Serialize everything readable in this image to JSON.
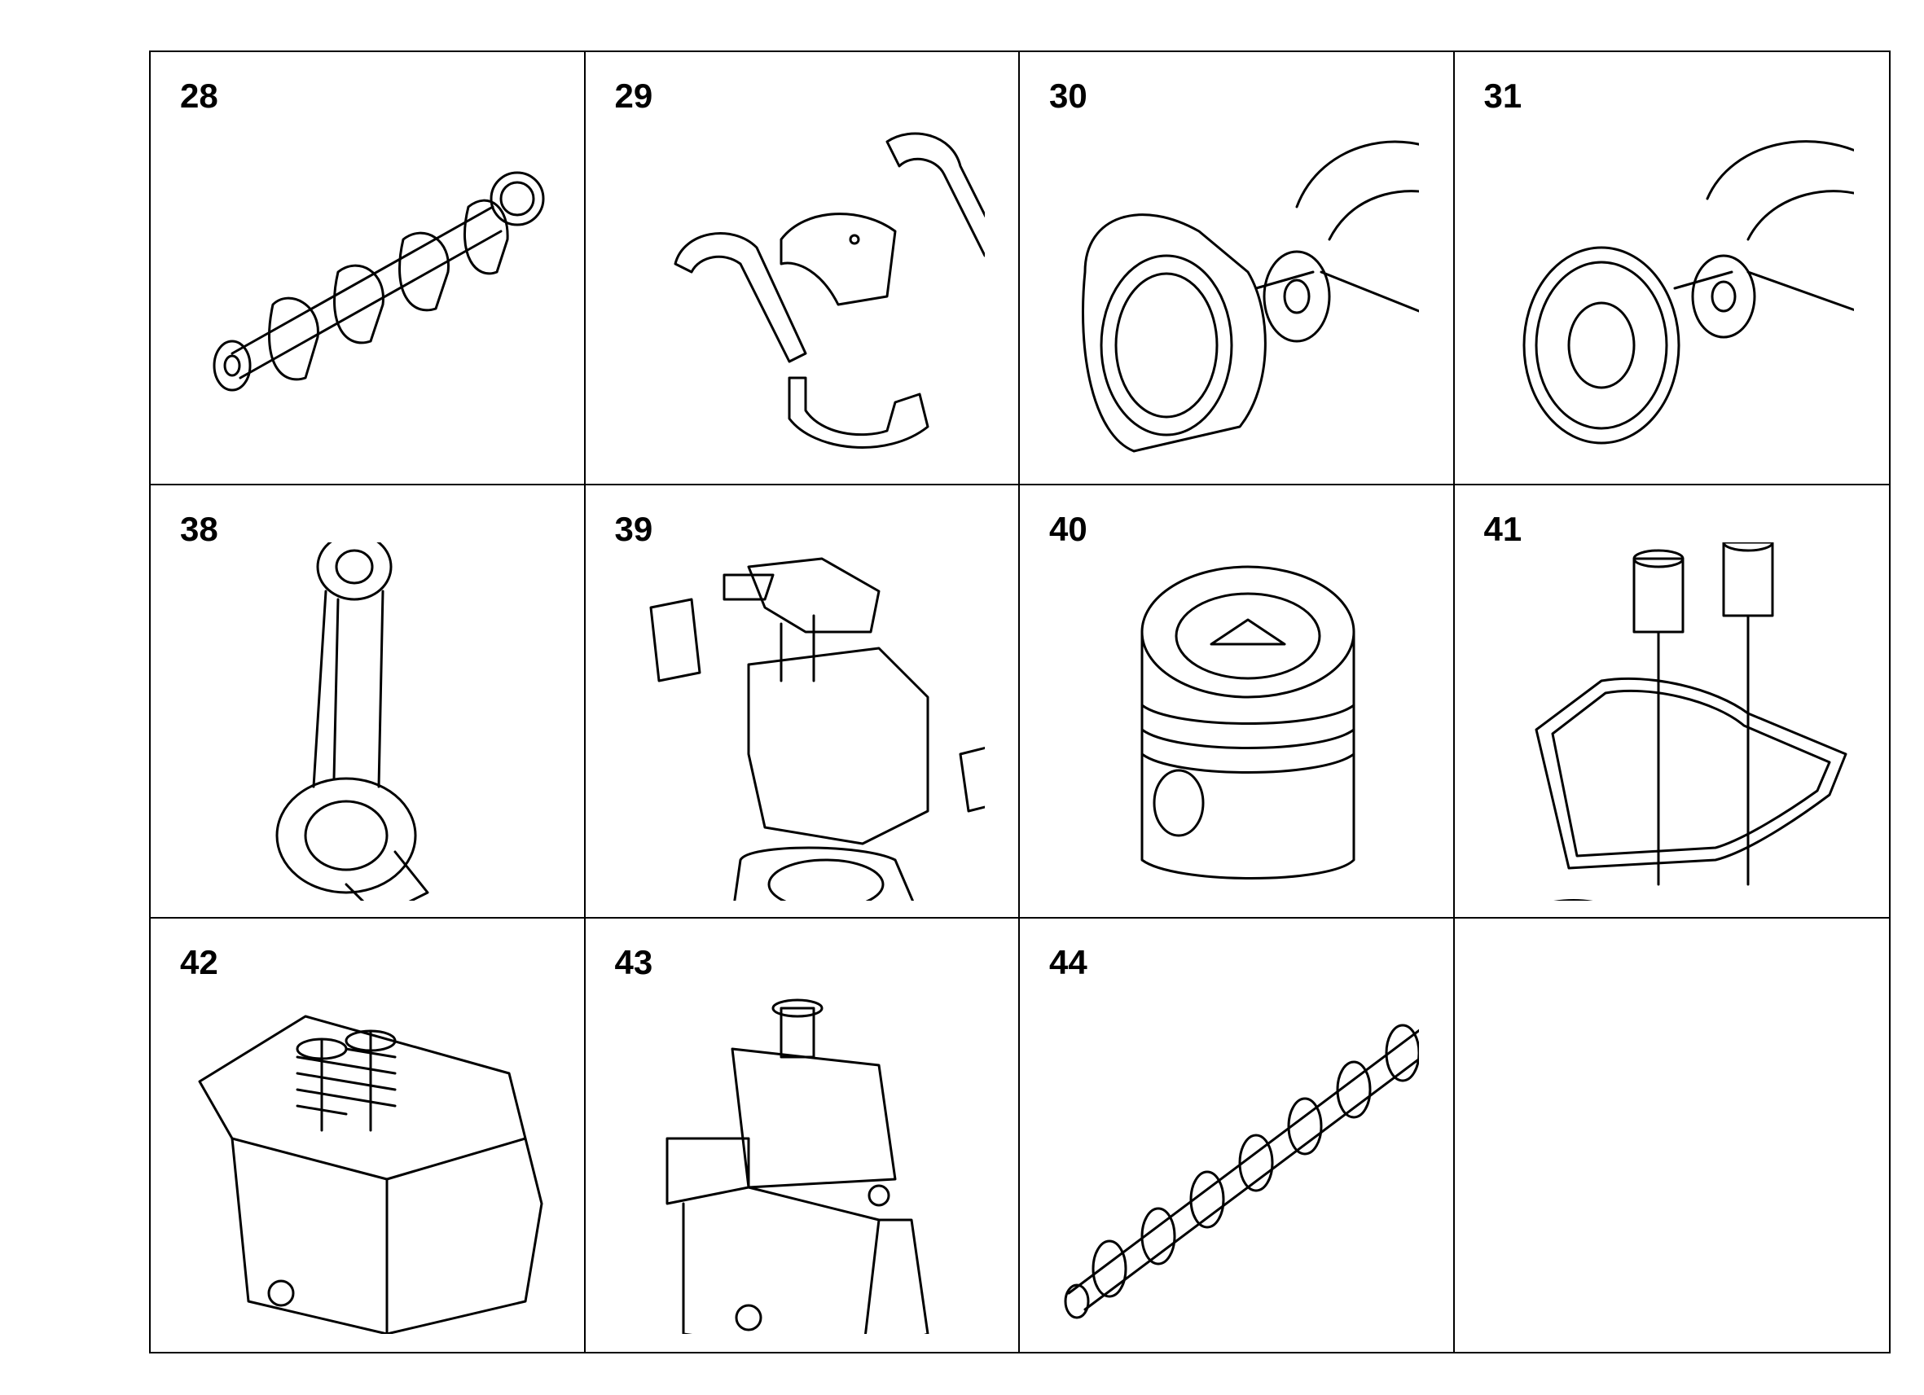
{
  "parts": [
    {
      "number": "28",
      "icon": "crankshaft-icon"
    },
    {
      "number": "29",
      "icon": "bearing-shells-icon"
    },
    {
      "number": "30",
      "icon": "crankshaft-seal-flange-icon"
    },
    {
      "number": "31",
      "icon": "vibration-damper-icon"
    },
    {
      "number": "38",
      "icon": "connecting-rod-icon"
    },
    {
      "number": "39",
      "icon": "cylinder-head-gasket-set-icon"
    },
    {
      "number": "40",
      "icon": "piston-icon"
    },
    {
      "number": "41",
      "icon": "injector-sleeve-gasket-icon"
    },
    {
      "number": "42",
      "icon": "cylinder-head-icon"
    },
    {
      "number": "43",
      "icon": "cylinder-head-cover-icon"
    },
    {
      "number": "44",
      "icon": "camshaft-icon"
    },
    {
      "number": "",
      "icon": ""
    }
  ]
}
